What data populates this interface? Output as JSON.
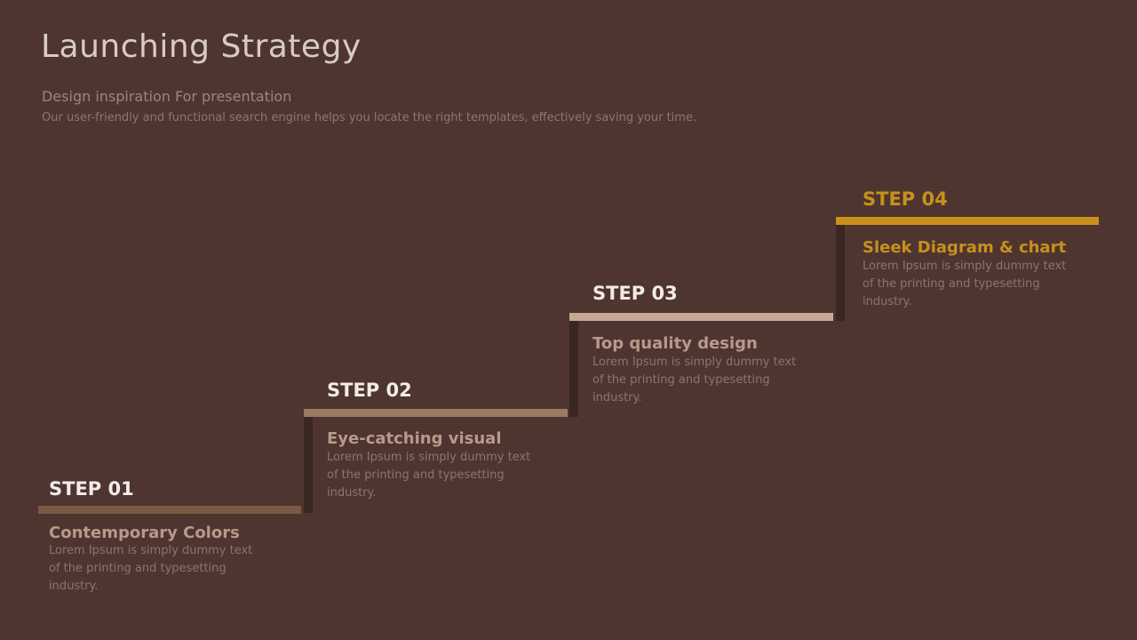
{
  "header": {
    "title": "Launching Strategy",
    "subtitle": "Design inspiration For presentation",
    "description": "Our user-friendly and functional search engine helps you locate the right templates, effectively saving your time."
  },
  "steps": [
    {
      "label": "STEP 01",
      "title": "Contemporary Colors",
      "desc": "Lorem Ipsum is simply dummy text of the printing and typesetting industry.",
      "color": "#7a5a44"
    },
    {
      "label": "STEP 02",
      "title": "Eye-catching visual",
      "desc": "Lorem Ipsum is simply dummy text of the printing and typesetting industry.",
      "color": "#9c7a62"
    },
    {
      "label": "STEP 03",
      "title": "Top quality design",
      "desc": "Lorem Ipsum is simply dummy text of the printing and typesetting industry.",
      "color": "#c6a896"
    },
    {
      "label": "STEP 04",
      "title": "Sleek Diagram & chart",
      "desc": "Lorem Ipsum is simply dummy text of the printing and typesetting industry.",
      "color": "#c8901e"
    }
  ]
}
